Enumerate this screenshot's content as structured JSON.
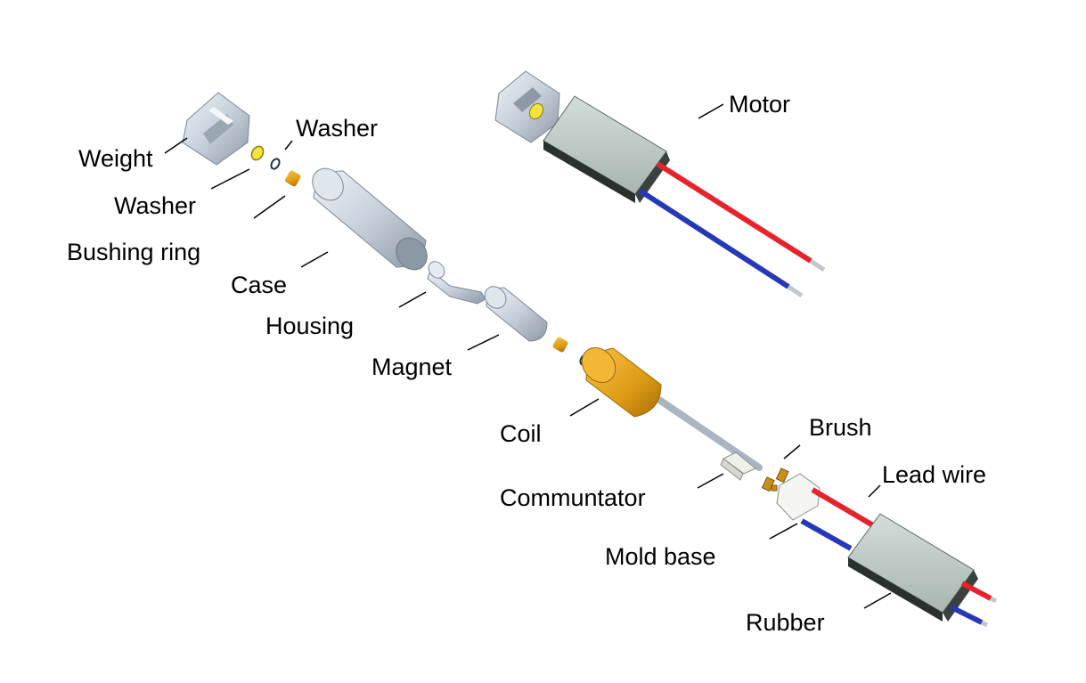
{
  "labels": {
    "weight": "Weight",
    "washer_top": "Washer",
    "washer_left": "Washer",
    "bushing_ring": "Bushing ring",
    "case": "Case",
    "housing": "Housing",
    "magnet": "Magnet",
    "coil": "Coil",
    "commutator": "Communtator",
    "brush": "Brush",
    "lead_wire": "Lead wire",
    "mold_base": "Mold base",
    "rubber": "Rubber",
    "motor": "Motor"
  },
  "colors": {
    "metal": "#c9d3dc",
    "body": "#b9c6c1",
    "brass": "#e3a21c",
    "wire_red": "#e8222a",
    "wire_blue": "#2638b8",
    "washer_yellow": "#f2e43a"
  }
}
